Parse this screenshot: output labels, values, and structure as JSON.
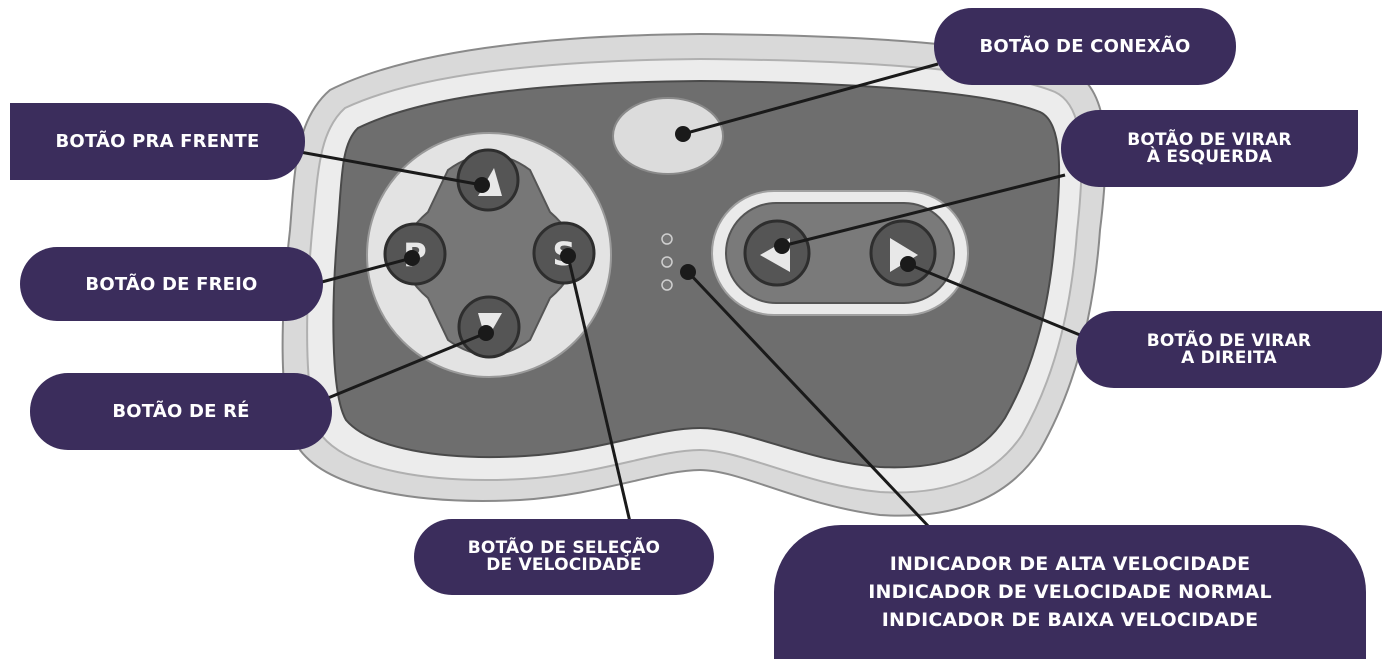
{
  "labels": {
    "forward": "BOTÃO PRA FRENTE",
    "brake": "BOTÃO DE FREIO",
    "reverse": "BOTÃO DE RÉ",
    "connect": "BOTÃO DE CONEXÃO",
    "turn_left": [
      "BOTÃO DE VIRAR",
      "À ESQUERDA"
    ],
    "turn_right": [
      "BOTÃO DE VIRAR",
      "A DIREITA"
    ],
    "speed_select": [
      "BOTÃO DE SELEÇÃO",
      "DE VELOCIDADE"
    ],
    "indicators": [
      "INDICADOR DE ALTA VELOCIDADE",
      "INDICADOR DE VELOCIDADE NORMAL",
      "INDICADOR DE BAIXA VELOCIDADE"
    ]
  },
  "colors": {
    "label_bg": "#3b2d5c",
    "label_text": "#ffffff",
    "remote_outer": "#d9d9d9",
    "remote_panel": "#6e6e6e",
    "button_dark": "#555555"
  },
  "icons": {
    "forward": "triangle-up-icon",
    "brake": "letter-p-icon",
    "reverse": "triangle-down-icon",
    "speed": "letter-s-icon",
    "left": "triangle-left-icon",
    "right": "triangle-right-icon"
  }
}
